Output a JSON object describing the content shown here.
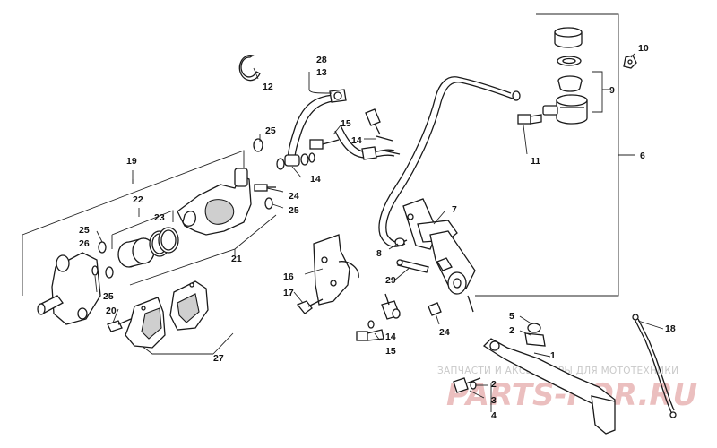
{
  "diagram": {
    "callouts": {
      "c1": "1",
      "c2a": "2",
      "c2b": "2",
      "c3": "3",
      "c4": "4",
      "c5": "5",
      "c6": "6",
      "c7": "7",
      "c8": "8",
      "c9": "9",
      "c10": "10",
      "c11": "11",
      "c12": "12",
      "c13": "13",
      "c14a": "14",
      "c14b": "14",
      "c14c": "14",
      "c15a": "15",
      "c15b": "15",
      "c16": "16",
      "c17": "17",
      "c18": "18",
      "c19": "19",
      "c20": "20",
      "c21": "21",
      "c22": "22",
      "c23": "23",
      "c24a": "24",
      "c24b": "24",
      "c25a": "25",
      "c25b": "25",
      "c25c": "25",
      "c25d": "25",
      "c26": "26",
      "c27": "27",
      "c28": "28",
      "c29": "29"
    }
  },
  "watermark": {
    "tagline": "ЗАПЧАСТИ И АКСЕССУАРЫ ДЛЯ МОТОТЕХНИКИ",
    "brand": "PARTS-FOR.RU"
  },
  "colors": {
    "line": "#1a1a1a",
    "shade": "#cfcfcf",
    "watermark_red": "#e8b4b4",
    "watermark_gray": "#c9c9c9"
  }
}
